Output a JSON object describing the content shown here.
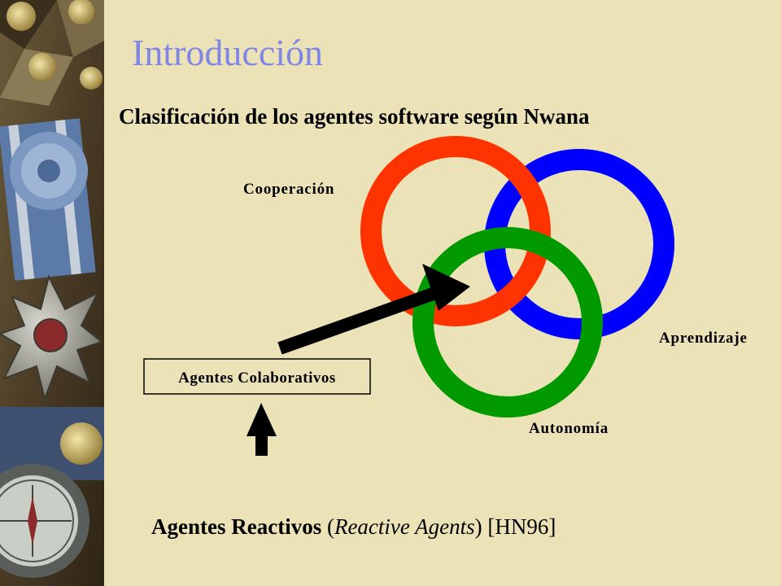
{
  "slide": {
    "title": "Introducción",
    "subtitle": "Clasificación de los agentes software según Nwana"
  },
  "diagram": {
    "labels": {
      "cooperacion": "Cooperación",
      "aprendizaje": "Aprendizaje",
      "autonomia": "Autonomía"
    },
    "box_label": "Agentes Colaborativos",
    "colors": {
      "cooperacion": "#FF3300",
      "aprendizaje": "#0000FF",
      "autonomia": "#009900",
      "arrow": "#000000",
      "title": "#7F86E6",
      "background": "#ECE2B8"
    }
  },
  "footer": {
    "bold": "Agentes Reactivos",
    "open_paren": " (",
    "italic": "Reactive Agents",
    "rest": ") [HN96]"
  }
}
